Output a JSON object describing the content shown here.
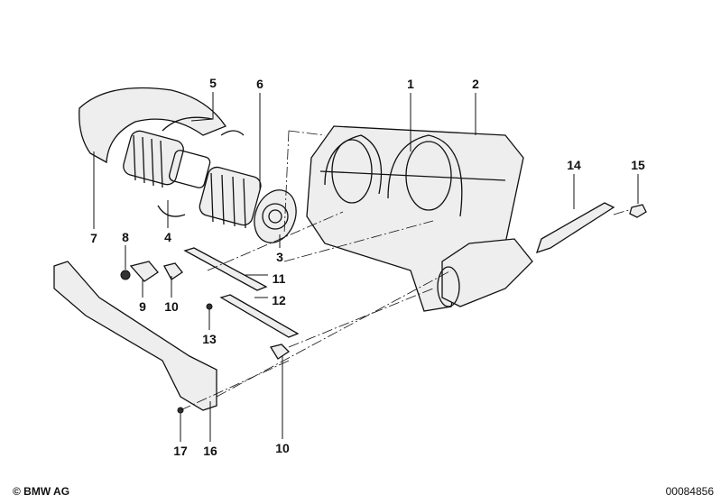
{
  "diagram": {
    "labels": [
      {
        "id": "l5",
        "text": "5"
      },
      {
        "id": "l6",
        "text": "6"
      },
      {
        "id": "l1",
        "text": "1"
      },
      {
        "id": "l2",
        "text": "2"
      },
      {
        "id": "l14",
        "text": "14"
      },
      {
        "id": "l15",
        "text": "15"
      },
      {
        "id": "l7",
        "text": "7"
      },
      {
        "id": "l4",
        "text": "4"
      },
      {
        "id": "l3",
        "text": "3"
      },
      {
        "id": "l8",
        "text": "8"
      },
      {
        "id": "l9",
        "text": "9"
      },
      {
        "id": "l10a",
        "text": "10"
      },
      {
        "id": "l11",
        "text": "11"
      },
      {
        "id": "l12",
        "text": "12"
      },
      {
        "id": "l13",
        "text": "13"
      },
      {
        "id": "l10b",
        "text": "10"
      },
      {
        "id": "l17",
        "text": "17"
      },
      {
        "id": "l16",
        "text": "16"
      }
    ]
  },
  "footer": {
    "copyright": "© BMW AG",
    "image_number": "00084856"
  }
}
